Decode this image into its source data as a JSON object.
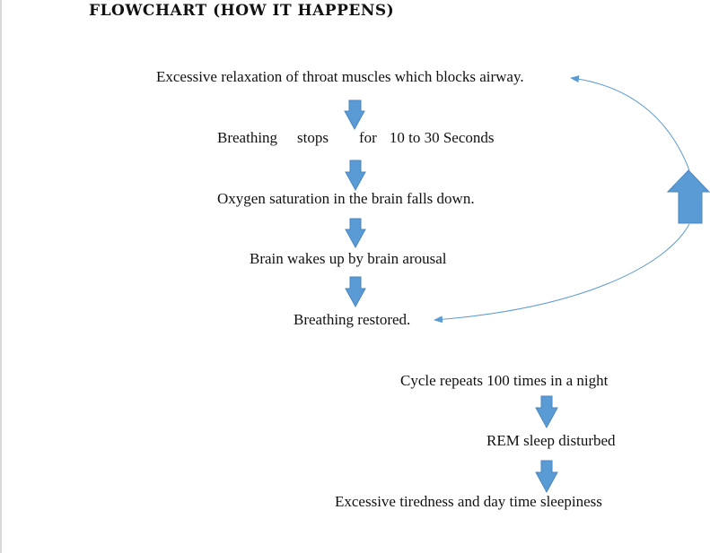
{
  "heading": "FLOWCHART (HOW IT HAPPENS)",
  "steps": {
    "s1": "Excessive relaxation of throat muscles which blocks airway.",
    "s2_a": "Breathing",
    "s2_b": "stops",
    "s2_c": "for",
    "s2_d": "10 to 30 Seconds",
    "s3": "Oxygen saturation in the brain falls down.",
    "s4": "Brain wakes up by brain arousal",
    "s5": "Breathing restored.",
    "s6": "Cycle repeats 100 times in a night",
    "s7": "REM sleep disturbed",
    "s8": "Excessive tiredness and day time sleepiness"
  },
  "colors": {
    "arrow_fill": "#5b9bd5",
    "arrow_stroke": "#4a86c2",
    "connector": "#5b9bd5"
  }
}
